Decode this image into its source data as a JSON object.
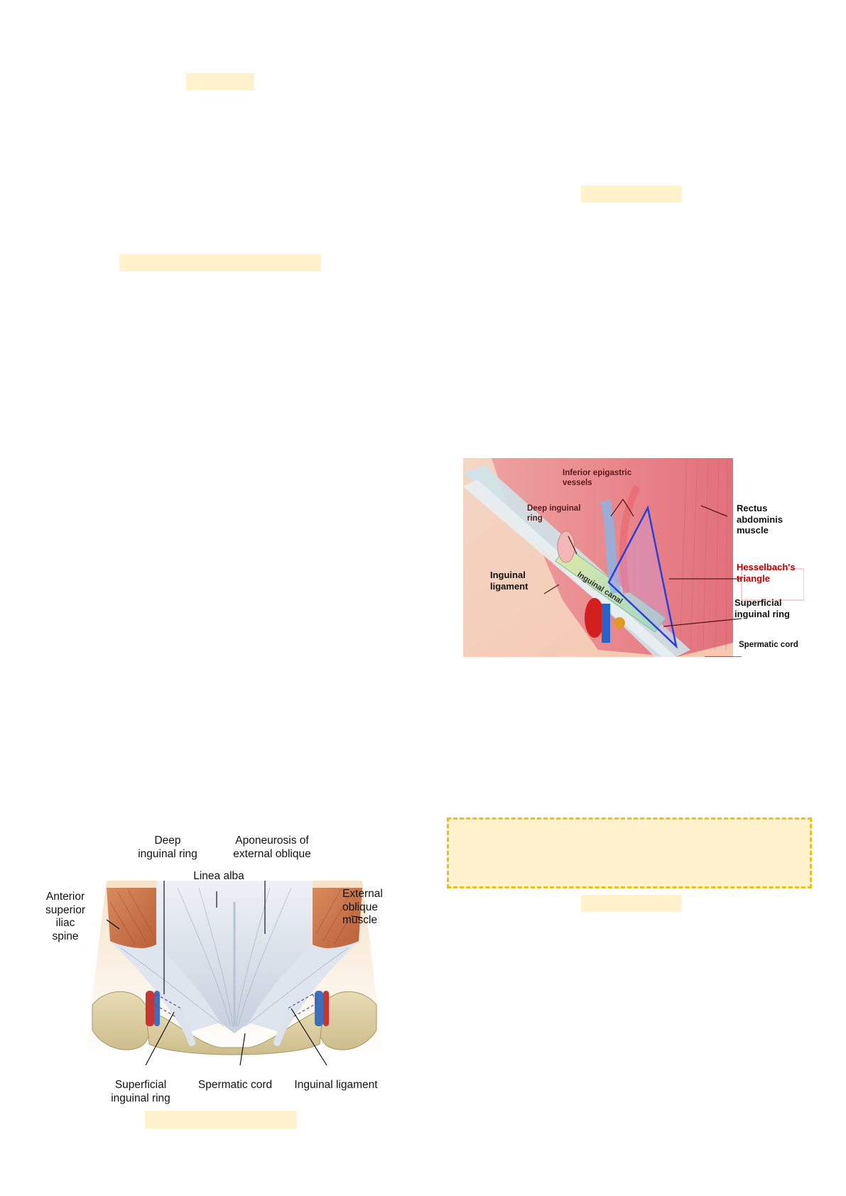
{
  "figure_left": {
    "labels": {
      "deep_ring": "Deep\ninguinal ring",
      "aponeurosis": "Aponeurosis of\nexternal oblique",
      "linea_alba": "Linea alba",
      "asis": "Anterior\nsuperior\niliac\nspine",
      "ext_oblique": "External\noblique\nmuscle",
      "superficial_ring": "Superficial\ninguinal ring",
      "spermatic_cord": "Spermatic cord",
      "inguinal_ligament": "Inguinal ligament"
    }
  },
  "figure_right": {
    "labels": {
      "inferior_epigastric": "Inferior epigastric\nvessels",
      "deep_ring": "Deep inguinal\nring",
      "rectus": "Rectus\nabdominis\nmuscle",
      "hesselbach": "Hesselbach's\ntriangle",
      "inguinal_ligament": "Inguinal\nligament",
      "superficial_ring": "Superficial\ninguinal ring",
      "spermatic_cord": "Spermatic cord",
      "inguinal_canal": "Inguinal canal"
    },
    "colors": {
      "hesselbach_text": "#c00000",
      "triangle_outline": "#2b3fd6"
    }
  },
  "colors": {
    "highlight": "#fff2cc",
    "dashed_border": "#e6c21f"
  }
}
